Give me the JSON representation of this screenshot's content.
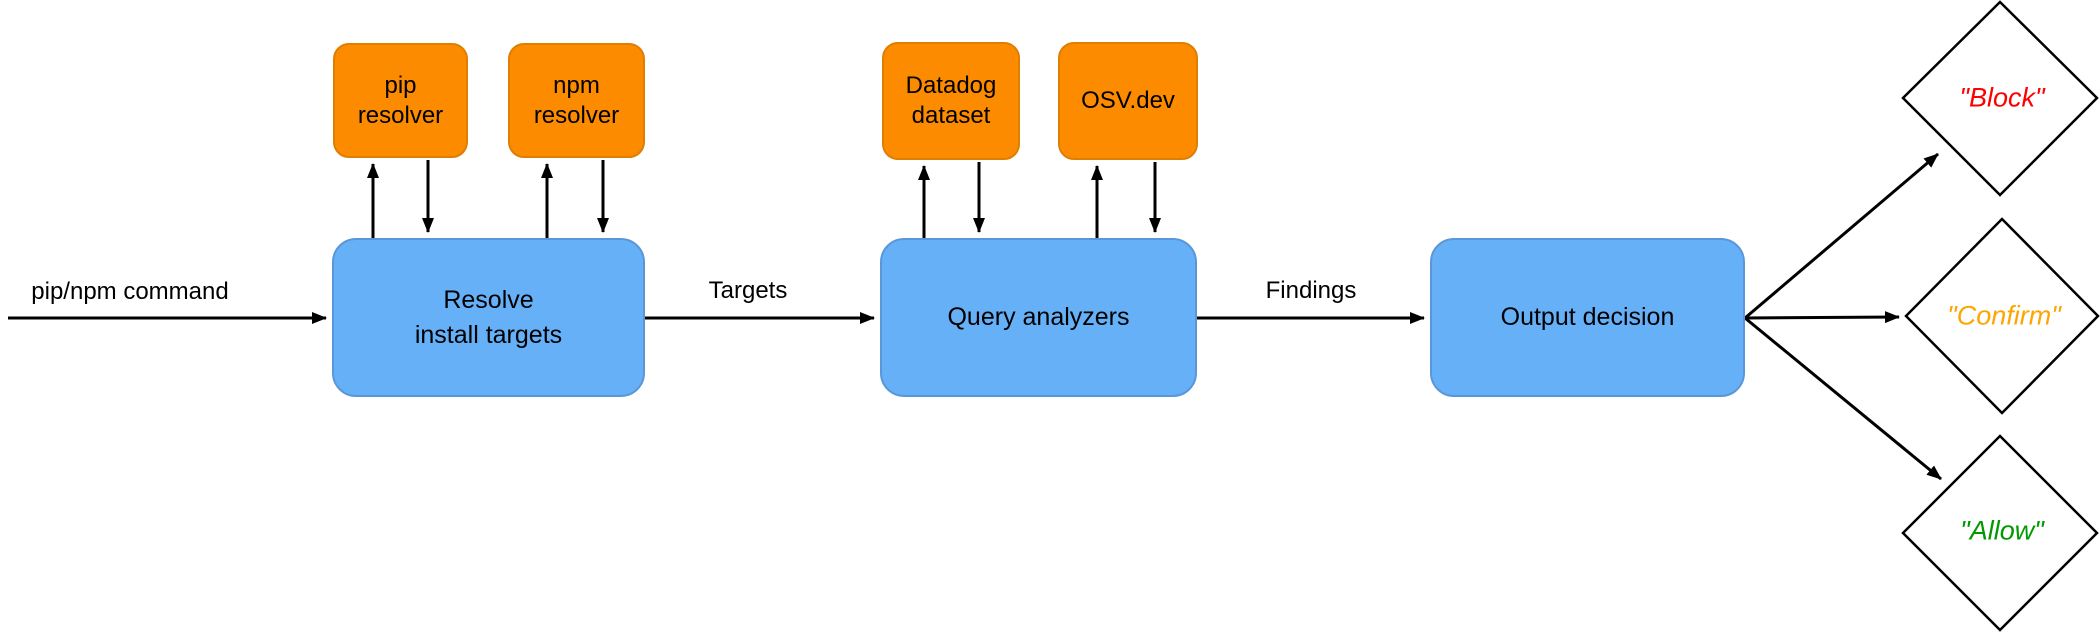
{
  "edges": {
    "input": {
      "label": "pip/npm command"
    },
    "targets": {
      "label": "Targets"
    },
    "findings": {
      "label": "Findings"
    }
  },
  "nodes": {
    "resolve": {
      "line1": "Resolve",
      "line2": "install targets"
    },
    "query": {
      "label": "Query analyzers"
    },
    "output": {
      "label": "Output decision"
    },
    "pip_resolver": {
      "line1": "pip",
      "line2": "resolver"
    },
    "npm_resolver": {
      "line1": "npm",
      "line2": "resolver"
    },
    "datadog": {
      "line1": "Datadog",
      "line2": "dataset"
    },
    "osv": {
      "label": "OSV.dev"
    }
  },
  "decisions": {
    "block": {
      "label": "\"Block\"",
      "color": "#FF0000"
    },
    "confirm": {
      "label": "\"Confirm\"",
      "color": "#FFA500"
    },
    "allow": {
      "label": "\"Allow\"",
      "color": "#009900"
    }
  },
  "colors": {
    "process_fill": "#66B0F7",
    "process_stroke": "#5A97D9",
    "datasource_fill": "#FC8B00",
    "datasource_stroke": "#E07E00",
    "line": "#000000",
    "decision_fill": "#FFFFFF",
    "decision_stroke": "#000000"
  }
}
